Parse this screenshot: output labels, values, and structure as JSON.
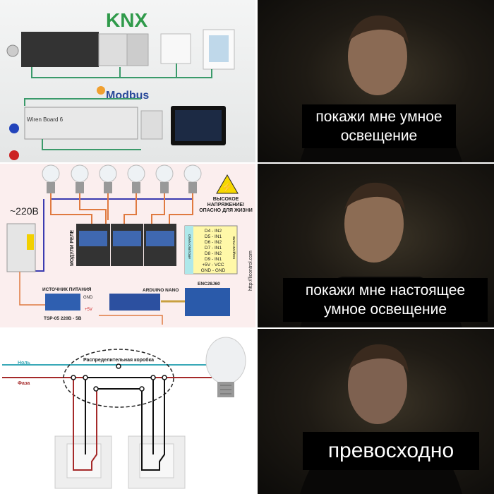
{
  "left_panels": {
    "automation": {
      "logo_knx": "KNX",
      "logo_modbus": "Modbus",
      "controller_label": "Wiren Board 6"
    },
    "arduino_diagram": {
      "voltage": "~220B",
      "warning": "ВЫСОКОЕ НАПРЯЖЕНИЕ! ОПАСНО ДЛЯ ЖИЗНИ",
      "relay_label": "МОДУЛИ РЕЛЕ",
      "pin_map": [
        "D4 - IN2",
        "D5 - IN1",
        "D6 - IN2",
        "D7 - IN1",
        "D8 - IN2",
        "D9 - IN1",
        "+5V - VCC",
        "GND - GND"
      ],
      "pin_map_left": "ARDUINO NANO",
      "pin_map_right": "МОДУЛИ РЕЛЕ",
      "url": "http://licontrol.com",
      "power_label": "ИСТОЧНИК ПИТАНИЯ",
      "power_model": "TSP-05 220B - 5B",
      "gnd": "GND",
      "plus5v": "+5V",
      "arduino": "ARDUINO NANO",
      "ethernet": "ENC28J60"
    },
    "switch_diagram": {
      "box_label": "Распределительная коробка",
      "neutral": "Ноль",
      "phase": "Фаза"
    }
  },
  "captions": [
    "покажи мне умное освещение",
    "покажи мне настоящее умное освещение",
    "превосходно"
  ],
  "colors": {
    "neutral": "#3aa9b8",
    "phase": "#a52a2a",
    "caption_bg": "#000000"
  }
}
